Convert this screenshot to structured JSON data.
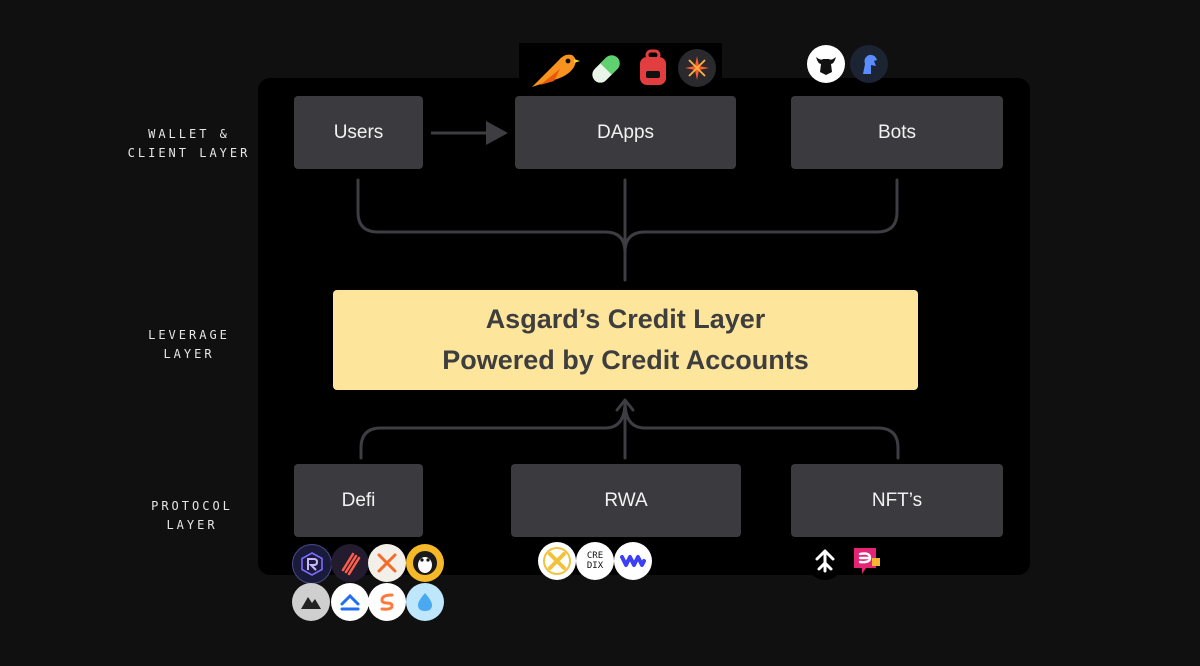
{
  "layers": {
    "wallet": "WALLET &\nCLIENT LAYER",
    "leverage": "LEVERAGE\nLAYER",
    "protocol": "PROTOCOL\nLAYER"
  },
  "boxes": {
    "users": "Users",
    "dapps": "DApps",
    "bots": "Bots",
    "defi": "Defi",
    "rwa": "RWA",
    "nfts": "NFT’s"
  },
  "credit_layer": {
    "line1": "Asgard’s Credit Layer",
    "line2": "Powered by Credit Accounts"
  },
  "logo_text": {
    "credix": "CRE\nDIX"
  },
  "colors": {
    "background": "#101010",
    "panel": "#000000",
    "box": "#3a3a3f",
    "credit_layer": "#fde59c",
    "connector": "#3d3d42"
  },
  "icons": {
    "dapps": [
      "bird-icon",
      "pill-icon",
      "backpack-icon",
      "spark-icon"
    ],
    "bots": [
      "bull-icon",
      "horse-icon"
    ],
    "defi": [
      "raydium-icon",
      "stripes-icon",
      "x-icon",
      "penguin-icon",
      "mountain-icon",
      "chevron-up-icon",
      "swirl-icon",
      "drop-icon"
    ],
    "rwa": [
      "cross-icon",
      "credix-icon",
      "wave-icon"
    ],
    "nfts": [
      "tensor-icon",
      "magiceden-icon"
    ]
  }
}
